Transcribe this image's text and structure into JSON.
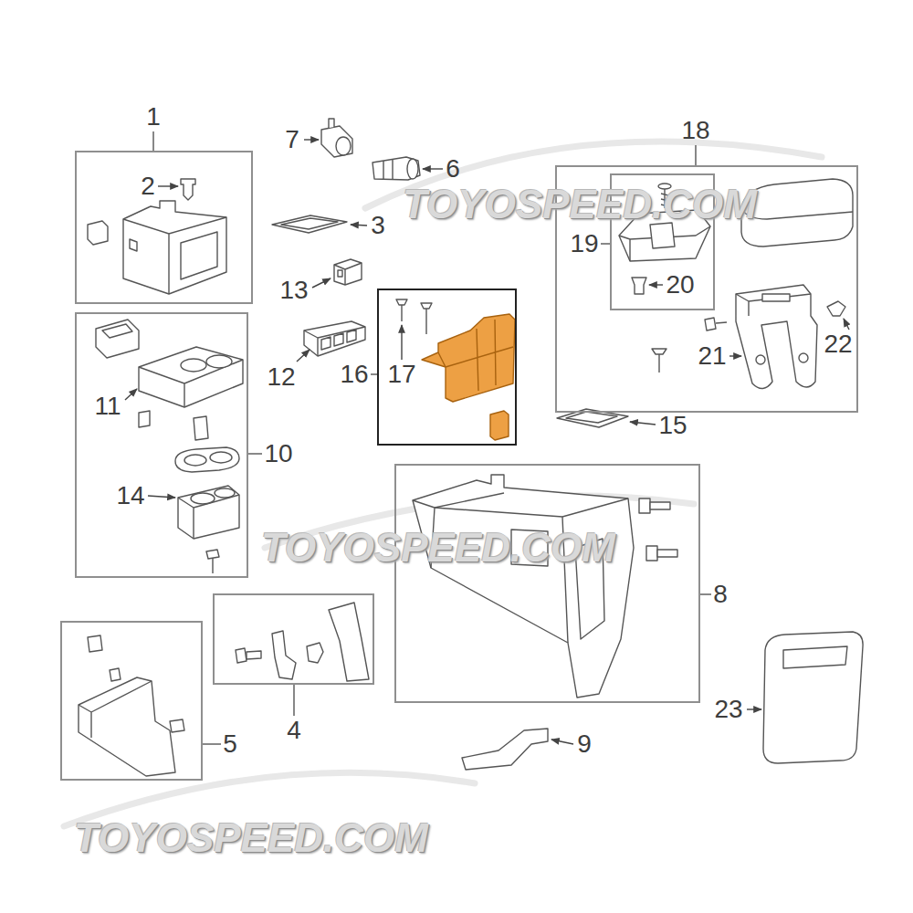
{
  "diagram": {
    "nodes": [
      {
        "text": [
          "1",
          "2"
        ]
      },
      {
        "text": [
          "18",
          "21",
          "22"
        ]
      },
      {
        "text": [
          "19",
          "20"
        ],
        "in": 1
      },
      {
        "text": [
          "10",
          "11",
          "14"
        ]
      },
      {
        "text": [
          "16",
          "17"
        ]
      },
      {
        "text": [
          "8"
        ]
      },
      {
        "text": [
          "5"
        ]
      },
      {
        "text": [
          "4"
        ]
      }
    ],
    "labels": [
      "7",
      "6",
      "3",
      "13",
      "12",
      "15",
      "23",
      "9",
      "TOYOSPEED.COM",
      "TOYOSPEED.COM",
      "TOYOSPEED.COM"
    ]
  }
}
